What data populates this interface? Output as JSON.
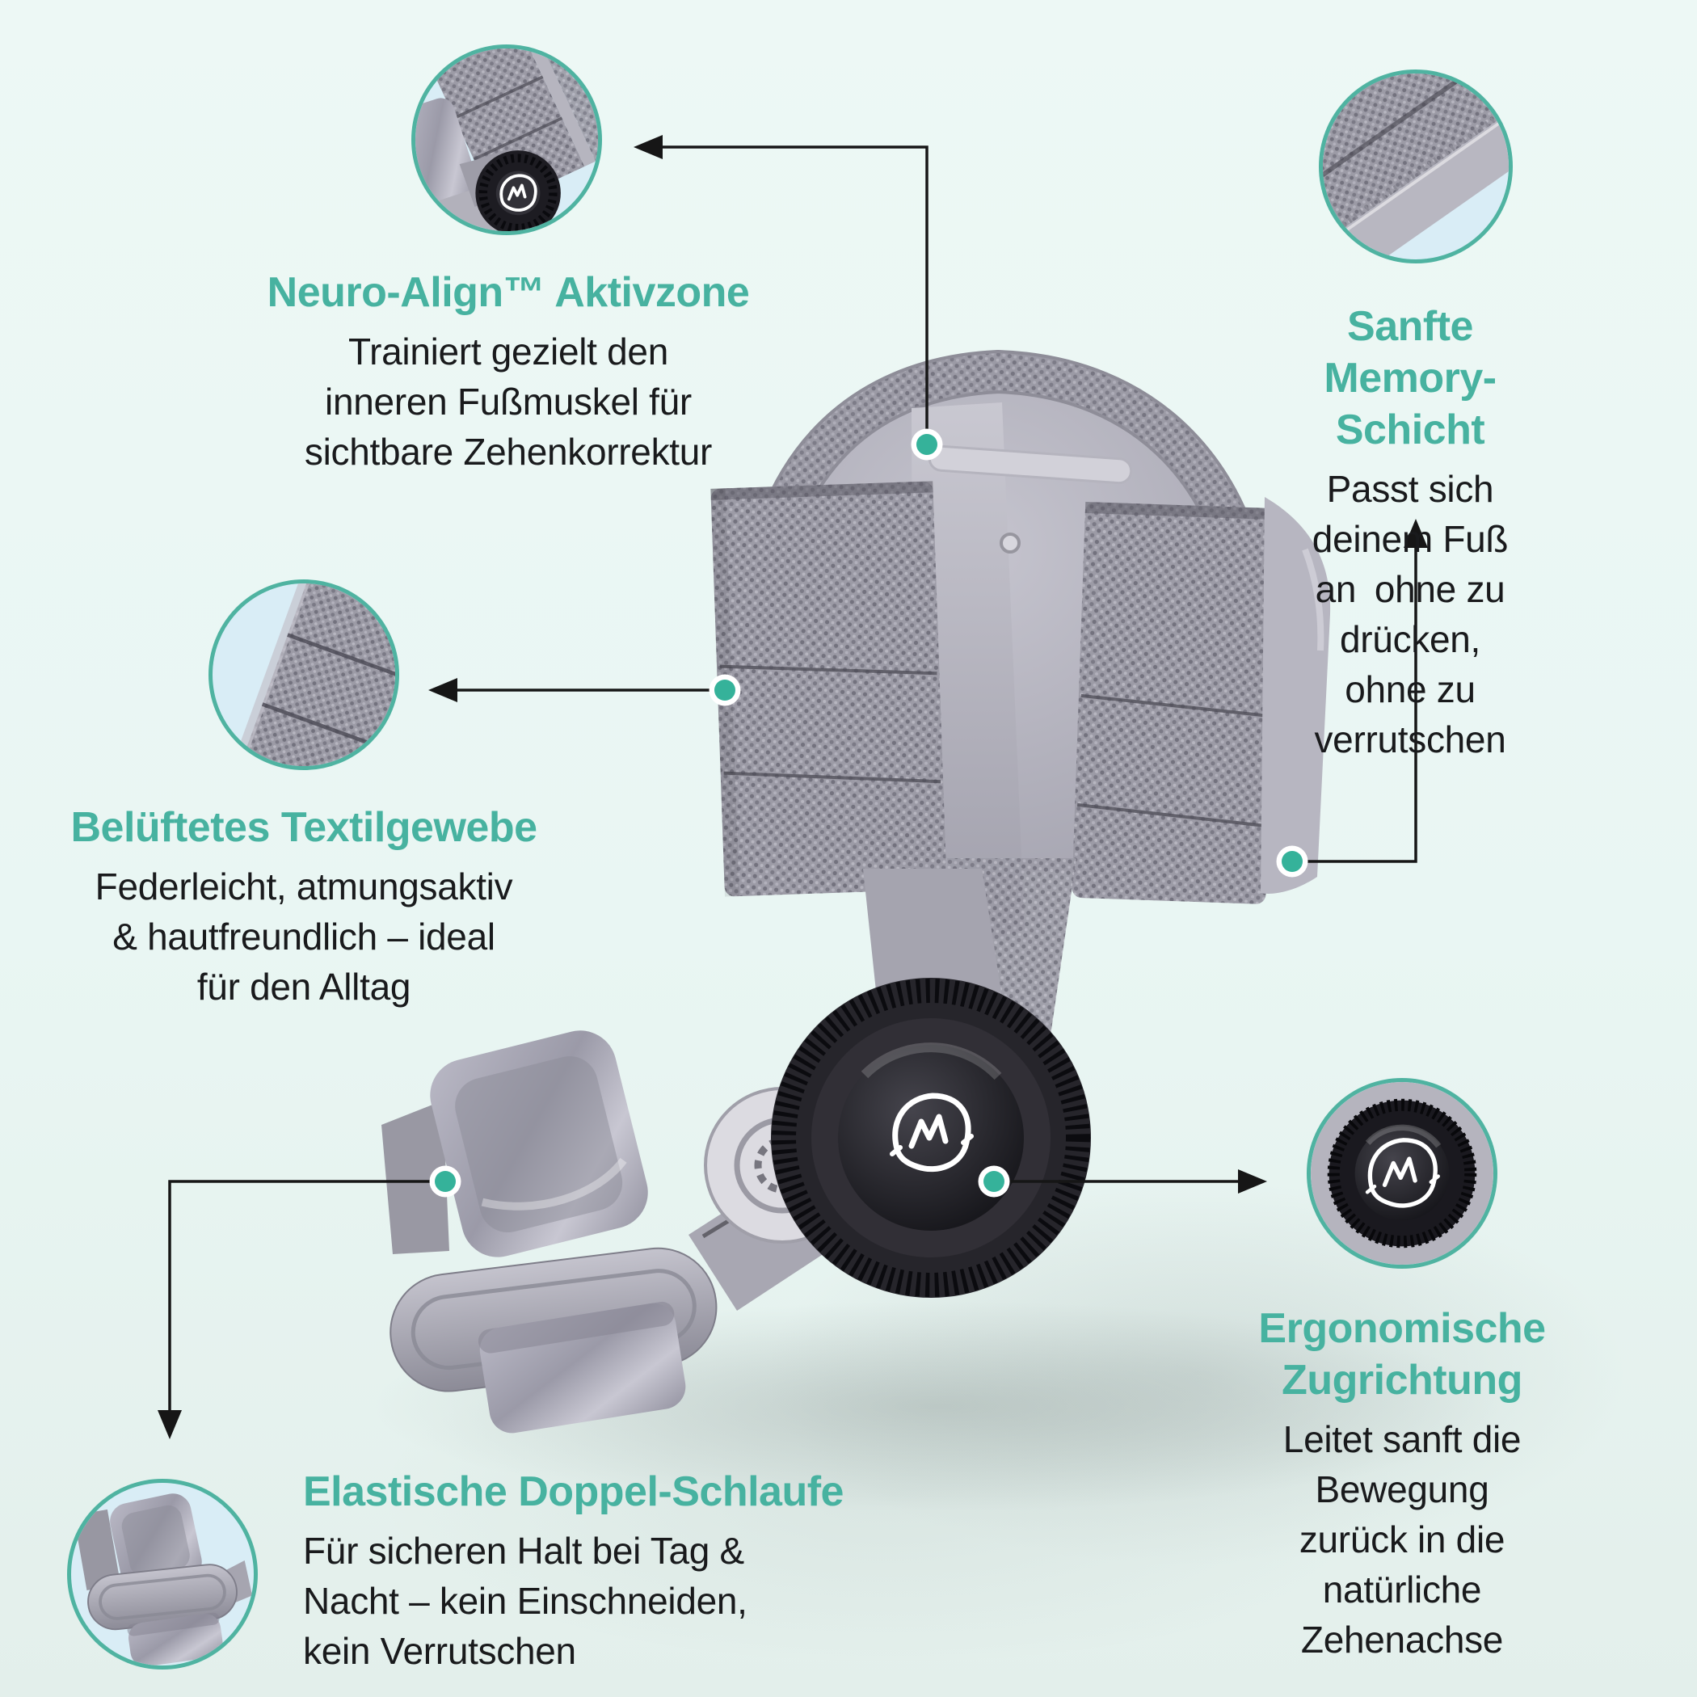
{
  "infographic": {
    "language": "de",
    "subject": "Hallux-Valgus Zehenkorrektor / toe corrector splint",
    "colors": {
      "background": "#e9f6f3",
      "accent_teal_heading": "#47b2a0",
      "dot_teal": "#35b29a",
      "circle_ring_teal": "#4fb3a1",
      "body_text": "#191a1c",
      "connector_line": "#161616",
      "product_gray": "#a8a7b2",
      "dial_black": "#1a191f",
      "circle_background_blue": "#d9edf6"
    }
  },
  "callouts": [
    {
      "id": "neuro-align",
      "title": "Neuro-Align™ Aktivzone",
      "body": "Trainiert gezielt den\ninneren Fußmuskel für\nsichtbare Zehenkorrektur"
    },
    {
      "id": "memory-schicht",
      "title": "Sanfte Memory-Schicht",
      "body": "Passt sich deinem Fuß\nan ohne zu drücken,\nohne zu verrutschen"
    },
    {
      "id": "textilgewebe",
      "title": "Belüftetes Textilgewebe",
      "body": "Federleicht, atmungsaktiv\n& hautfreundlich – ideal\nfür den Alltag"
    },
    {
      "id": "doppel-schlaufe",
      "title": "Elastische Doppel-Schlaufe",
      "body": "Für sicheren Halt bei Tag &\nNacht – kein Einschneiden,\nkein Verrutschen"
    },
    {
      "id": "zugrichtung",
      "title": "Ergonomische\nZugrichtung",
      "body": "Leitet sanft die Bewegung\nzurück in die natürliche\nZehenachse"
    }
  ],
  "detail_circles": [
    {
      "id": "strap-dial-overview",
      "depicts": "Schrägansicht: Bänder und Drehverschluss"
    },
    {
      "id": "memory-fabric-closeup",
      "depicts": "Nahaufnahme Memory-Schicht Gewebekante"
    },
    {
      "id": "knit-fabric-closeup",
      "depicts": "Nahaufnahme belüftetes Textilgewebe"
    },
    {
      "id": "toe-loop-closeup",
      "depicts": "Nahaufnahme elastische Doppel-Schlaufe"
    },
    {
      "id": "dial-closeup",
      "depicts": "Nahaufnahme Drehverschluss mit Logo"
    }
  ]
}
